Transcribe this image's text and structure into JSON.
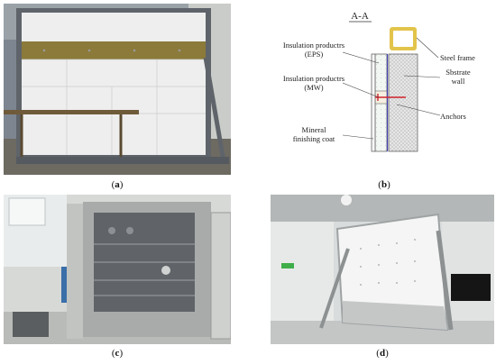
{
  "figure": {
    "panels": [
      {
        "id": "a",
        "label": "a",
        "kind": "photo-test-wall"
      },
      {
        "id": "b",
        "label": "b",
        "kind": "cross-section-diagram"
      },
      {
        "id": "c",
        "label": "c",
        "kind": "photo-climate-chamber"
      },
      {
        "id": "d",
        "label": "d",
        "kind": "photo-lab-wall"
      }
    ],
    "diagram": {
      "section_title": "A-A",
      "labels": {
        "eps": [
          "Insulation productrs",
          "(EPS)"
        ],
        "mw": [
          "Insulation productrs",
          "(MW)"
        ],
        "mineral": [
          "Mineral",
          "finishing coat"
        ],
        "steel": "Steel frame",
        "substrate": [
          "Sbstrate",
          "wall"
        ],
        "anchors": "Anchors"
      }
    },
    "colors": {
      "mw_band": "#8b7a3a",
      "eps_board": "#eeeeee",
      "frame_yellow": "#e2c44a",
      "anchor_red": "#d0242f",
      "substrate_hatch": "#9a9a9a"
    }
  }
}
